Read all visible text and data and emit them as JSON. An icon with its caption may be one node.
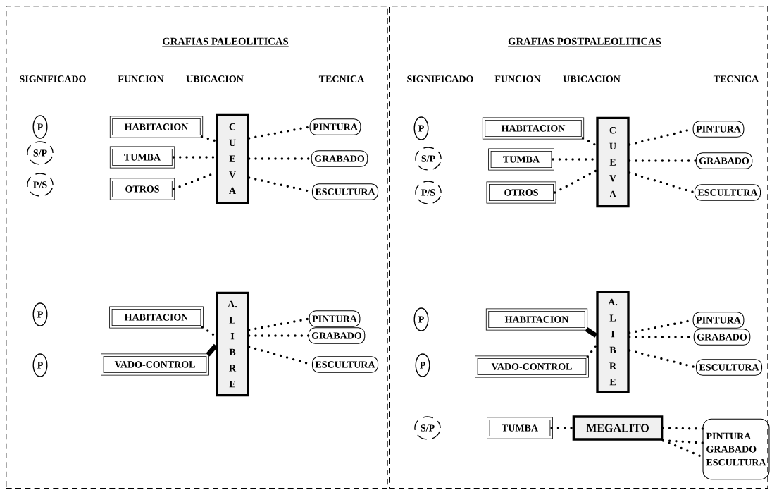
{
  "diagram": {
    "nodes": [
      {
        "text": [
          "GRAFIAS PALEOLITICAS"
        ]
      },
      {
        "text": [
          "GRAFIAS  POSTPALEOLITICAS"
        ]
      },
      {
        "text": [
          "P"
        ],
        "in": 0
      },
      {
        "text": [
          "S/P"
        ],
        "in": 0
      },
      {
        "text": [
          "P/S"
        ],
        "in": 0
      },
      {
        "text": [
          "HABITACION"
        ],
        "in": 0
      },
      {
        "text": [
          "TUMBA"
        ],
        "in": 0
      },
      {
        "text": [
          "OTROS"
        ],
        "in": 0
      },
      {
        "text": [
          "C U E V A"
        ],
        "in": 0
      },
      {
        "text": [
          "PINTURA"
        ],
        "in": 0
      },
      {
        "text": [
          "GRABADO"
        ],
        "in": 0
      },
      {
        "text": [
          "ESCULTURA"
        ],
        "in": 0
      },
      {
        "text": [
          "P"
        ],
        "in": 0
      },
      {
        "text": [
          "P"
        ],
        "in": 0
      },
      {
        "text": [
          "HABITACION"
        ],
        "in": 0
      },
      {
        "text": [
          "VADO-CONTROL"
        ],
        "in": 0
      },
      {
        "text": [
          "A. L I B R E"
        ],
        "in": 0
      },
      {
        "text": [
          "PINTURA"
        ],
        "in": 0
      },
      {
        "text": [
          "GRABADO"
        ],
        "in": 0
      },
      {
        "text": [
          "ESCULTURA"
        ],
        "in": 0
      },
      {
        "text": [
          "P"
        ],
        "in": 1
      },
      {
        "text": [
          "S/P"
        ],
        "in": 1
      },
      {
        "text": [
          "P/S"
        ],
        "in": 1
      },
      {
        "text": [
          "HABITACION"
        ],
        "in": 1
      },
      {
        "text": [
          "TUMBA"
        ],
        "in": 1
      },
      {
        "text": [
          "OTROS"
        ],
        "in": 1
      },
      {
        "text": [
          "C U E V A"
        ],
        "in": 1
      },
      {
        "text": [
          "PINTURA"
        ],
        "in": 1
      },
      {
        "text": [
          "GRABADO"
        ],
        "in": 1
      },
      {
        "text": [
          "ESCULTURA"
        ],
        "in": 1
      },
      {
        "text": [
          "P"
        ],
        "in": 1
      },
      {
        "text": [
          "P"
        ],
        "in": 1
      },
      {
        "text": [
          "HABITACION"
        ],
        "in": 1
      },
      {
        "text": [
          "VADO-CONTROL"
        ],
        "in": 1
      },
      {
        "text": [
          "A. L I B R E"
        ],
        "in": 1
      },
      {
        "text": [
          "PINTURA"
        ],
        "in": 1
      },
      {
        "text": [
          "GRABADO"
        ],
        "in": 1
      },
      {
        "text": [
          "ESCULTURA"
        ],
        "in": 1
      },
      {
        "text": [
          "S/P"
        ],
        "in": 1
      },
      {
        "text": [
          "TUMBA"
        ],
        "in": 1
      },
      {
        "text": [
          "MEGALITO"
        ],
        "in": 1
      },
      {
        "text": [
          "PINTURA",
          "GRABADO",
          "ESCULTURA"
        ],
        "in": 1
      }
    ],
    "edges": [
      {
        "from": 5,
        "to": 8,
        "arrow": "none",
        "style": "dashed"
      },
      {
        "from": 6,
        "to": 8,
        "arrow": "none",
        "style": "dashed"
      },
      {
        "from": 7,
        "to": 8,
        "arrow": "none",
        "style": "dashed"
      },
      {
        "from": 8,
        "to": 9,
        "arrow": "none",
        "style": "dashed"
      },
      {
        "from": 8,
        "to": 10,
        "arrow": "none",
        "style": "dashed"
      },
      {
        "from": 8,
        "to": 11,
        "arrow": "none",
        "style": "dashed"
      },
      {
        "from": 14,
        "to": 16,
        "arrow": "none",
        "style": "dashed"
      },
      {
        "from": 15,
        "to": 16,
        "arrow": "none",
        "style": "thick"
      },
      {
        "from": 16,
        "to": 17,
        "arrow": "none",
        "style": "dashed"
      },
      {
        "from": 16,
        "to": 18,
        "arrow": "none",
        "style": "dashed"
      },
      {
        "from": 16,
        "to": 19,
        "arrow": "none",
        "style": "dashed"
      },
      {
        "from": 23,
        "to": 26,
        "arrow": "none",
        "style": "dashed"
      },
      {
        "from": 24,
        "to": 26,
        "arrow": "none",
        "style": "dashed"
      },
      {
        "from": 25,
        "to": 26,
        "arrow": "none",
        "style": "dashed"
      },
      {
        "from": 26,
        "to": 27,
        "arrow": "none",
        "style": "dashed"
      },
      {
        "from": 26,
        "to": 28,
        "arrow": "none",
        "style": "dashed"
      },
      {
        "from": 26,
        "to": 29,
        "arrow": "none",
        "style": "dashed"
      },
      {
        "from": 32,
        "to": 34,
        "arrow": "none",
        "style": "thick"
      },
      {
        "from": 33,
        "to": 34,
        "arrow": "none",
        "style": "dashed"
      },
      {
        "from": 34,
        "to": 35,
        "arrow": "none",
        "style": "dashed"
      },
      {
        "from": 34,
        "to": 36,
        "arrow": "none",
        "style": "dashed"
      },
      {
        "from": 34,
        "to": 37,
        "arrow": "none",
        "style": "dashed"
      },
      {
        "from": 39,
        "to": 40,
        "arrow": "none",
        "style": "dashed"
      },
      {
        "from": 40,
        "to": 41,
        "arrow": "none",
        "style": "dashed"
      },
      {
        "from": 40,
        "to": 41,
        "arrow": "none",
        "style": "dashed"
      },
      {
        "from": 40,
        "to": 41,
        "arrow": "none",
        "style": "dashed"
      }
    ],
    "labels": [
      "SIGNIFICADO",
      "FUNCION",
      "UBICACION",
      "TECNICA",
      "SIGNIFICADO",
      "FUNCION",
      "UBICACION",
      "TECNICA"
    ]
  }
}
